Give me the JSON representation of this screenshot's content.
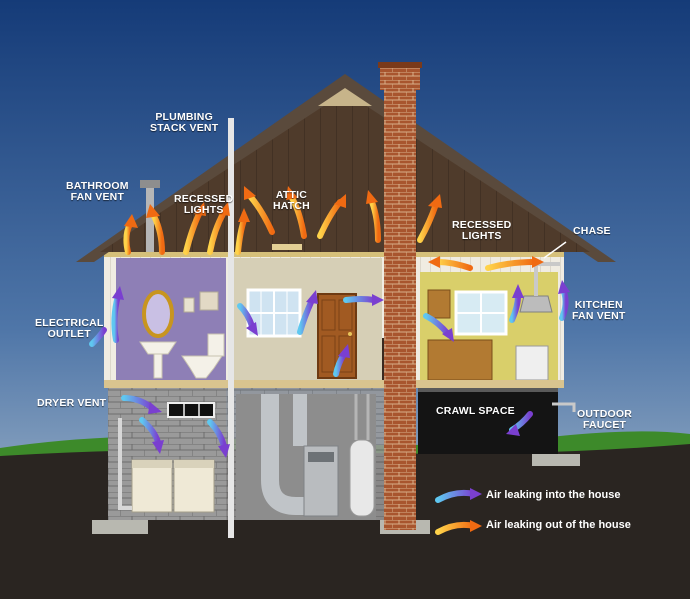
{
  "labels": {
    "plumbing_stack_vent": [
      "PLUMBING",
      "STACK VENT"
    ],
    "bathroom_fan_vent": [
      "BATHROOM",
      "FAN VENT"
    ],
    "recessed_lights_left": [
      "RECESSED",
      "LIGHTS"
    ],
    "attic_hatch": [
      "ATTIC",
      "HATCH"
    ],
    "recessed_lights_right": [
      "RECESSED",
      "LIGHTS"
    ],
    "chase": [
      "CHASE"
    ],
    "electrical_outlet": [
      "ELECTRICAL",
      "OUTLET"
    ],
    "kitchen_fan_vent": [
      "KITCHEN",
      "FAN VENT"
    ],
    "dryer_vent": [
      "DRYER VENT"
    ],
    "crawl_space": [
      "CRAWL SPACE"
    ],
    "outdoor_faucet": [
      "OUTDOOR",
      "FAUCET"
    ]
  },
  "legend": [
    {
      "text": "Air leaking into the house",
      "color": "#7a4bd6",
      "icon": "blue-purple-arrow-icon"
    },
    {
      "text": "Air leaking out of the house",
      "color": "#f08a1e",
      "icon": "orange-arrow-icon"
    }
  ],
  "colors": {
    "sky_top": "#1e4a8a",
    "sky_bottom": "#9fb4c8",
    "grass": "#3f8a2c",
    "soil": "#2a2622",
    "attic": "#4e3a2a",
    "air_in": "#7a4bd6",
    "air_out": "#f08a1e"
  }
}
